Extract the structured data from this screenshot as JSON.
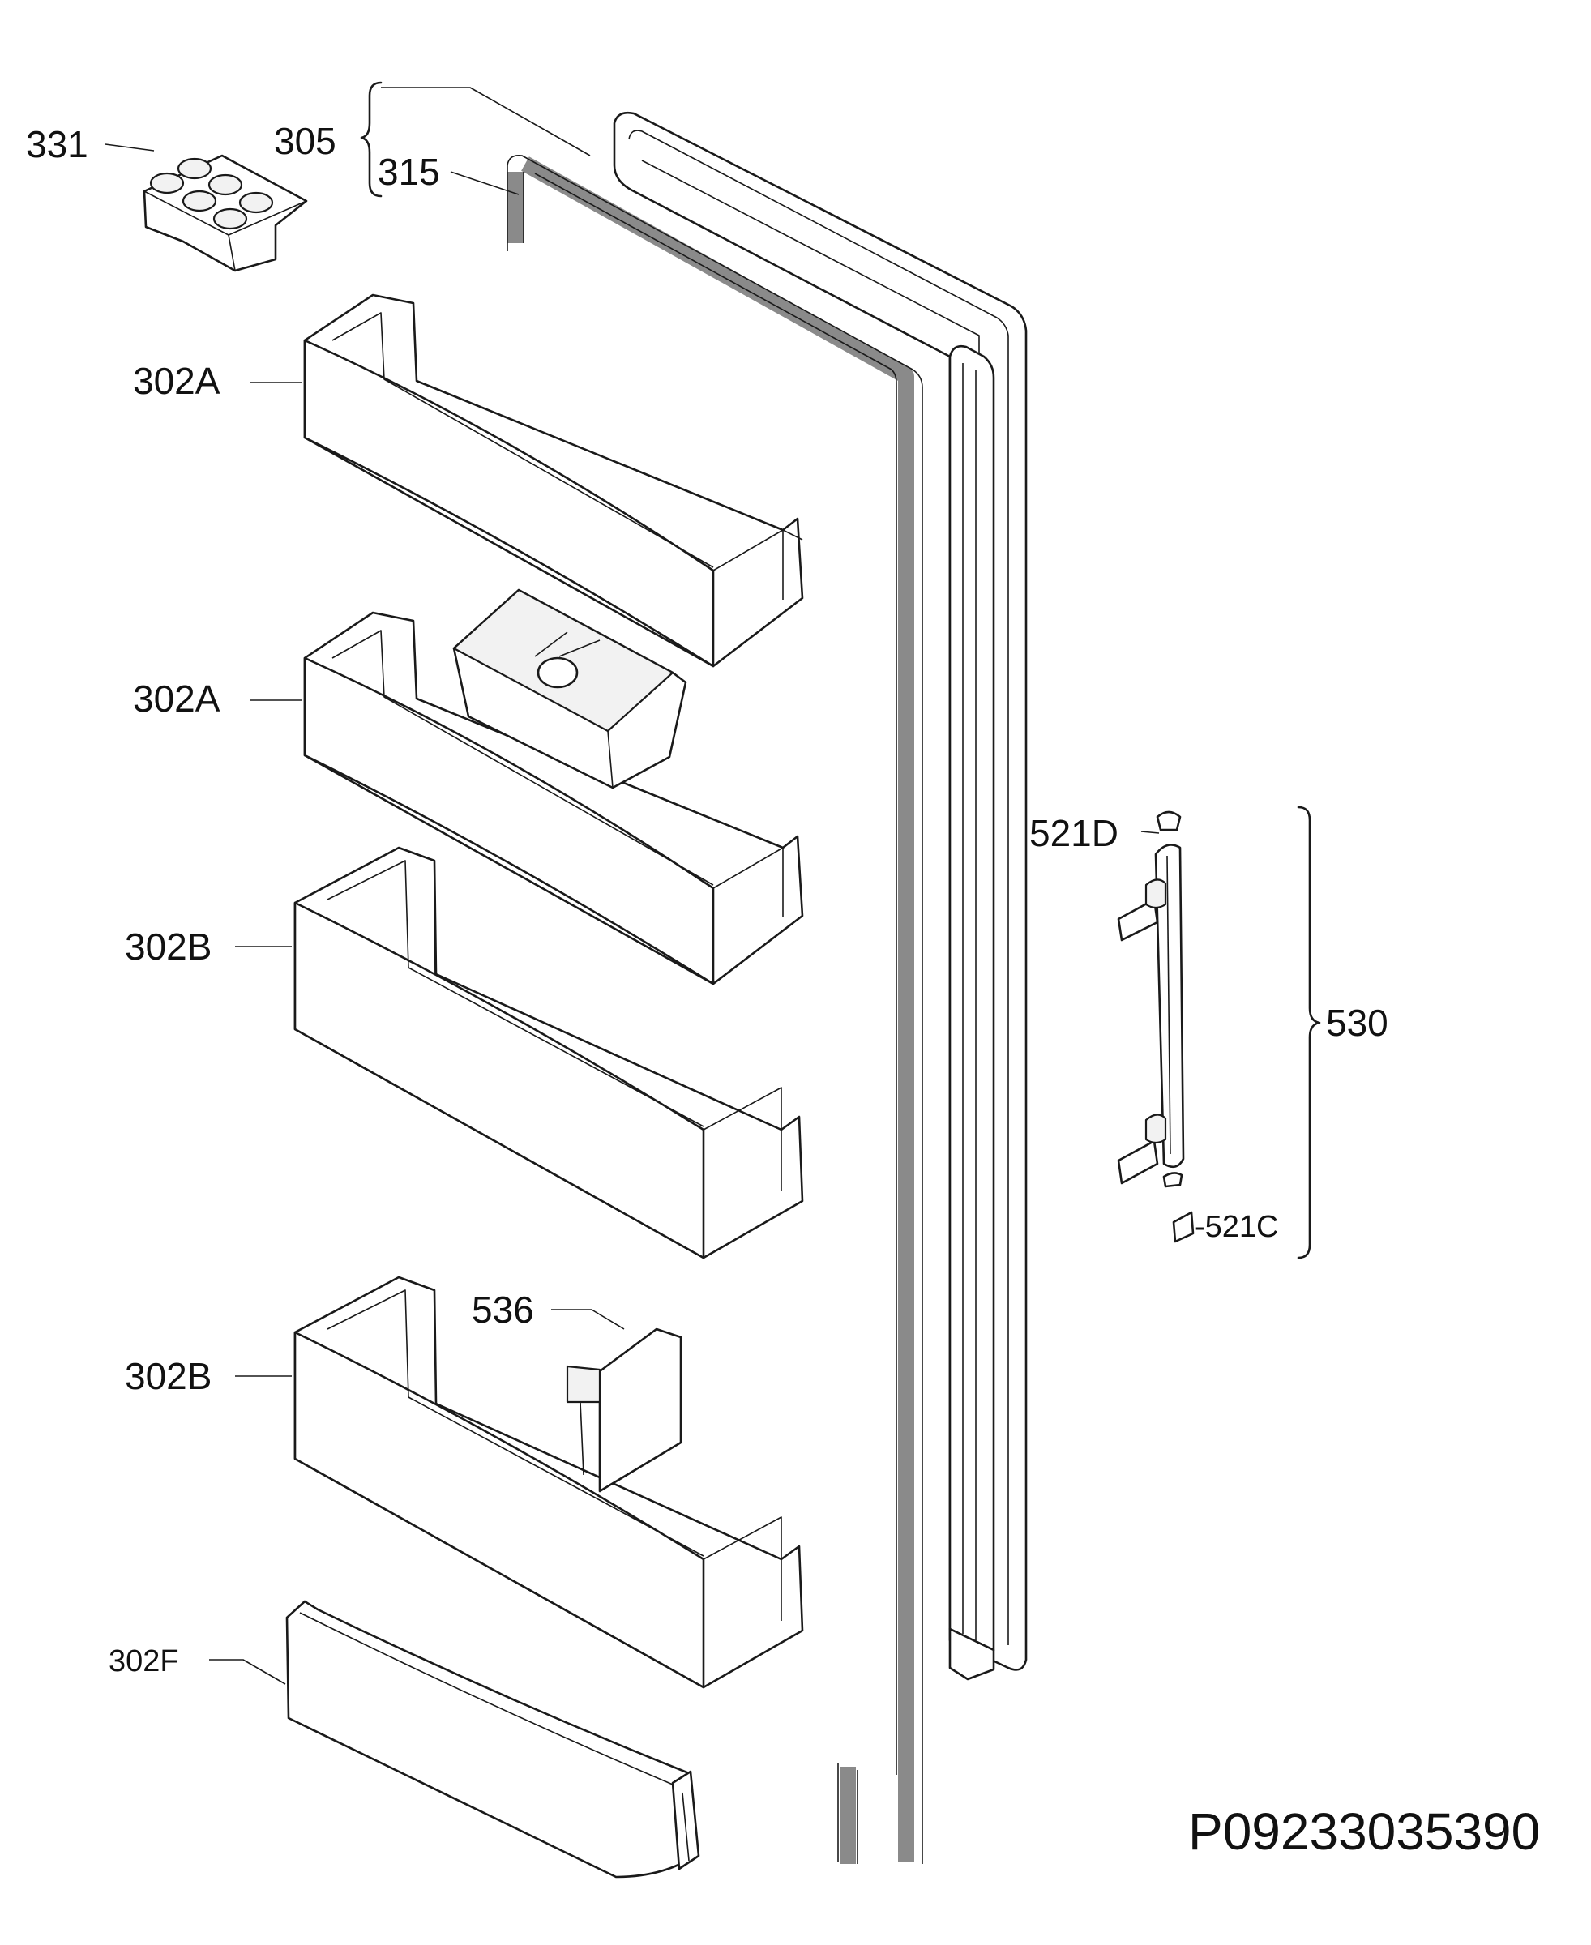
{
  "labels": {
    "p331": "331",
    "p305": "305",
    "p315": "315",
    "p302a_1": "302A",
    "p302a_2": "302A",
    "p302b_1": "302B",
    "p302b_2": "302B",
    "p302f": "302F",
    "p536": "536",
    "p521d": "521D",
    "p530": "530",
    "p521c": "-521C"
  },
  "document_number": "P09233035390",
  "colors": {
    "line": "#1a1a1a",
    "gasket": "#8a8a8a",
    "background": "#ffffff"
  }
}
